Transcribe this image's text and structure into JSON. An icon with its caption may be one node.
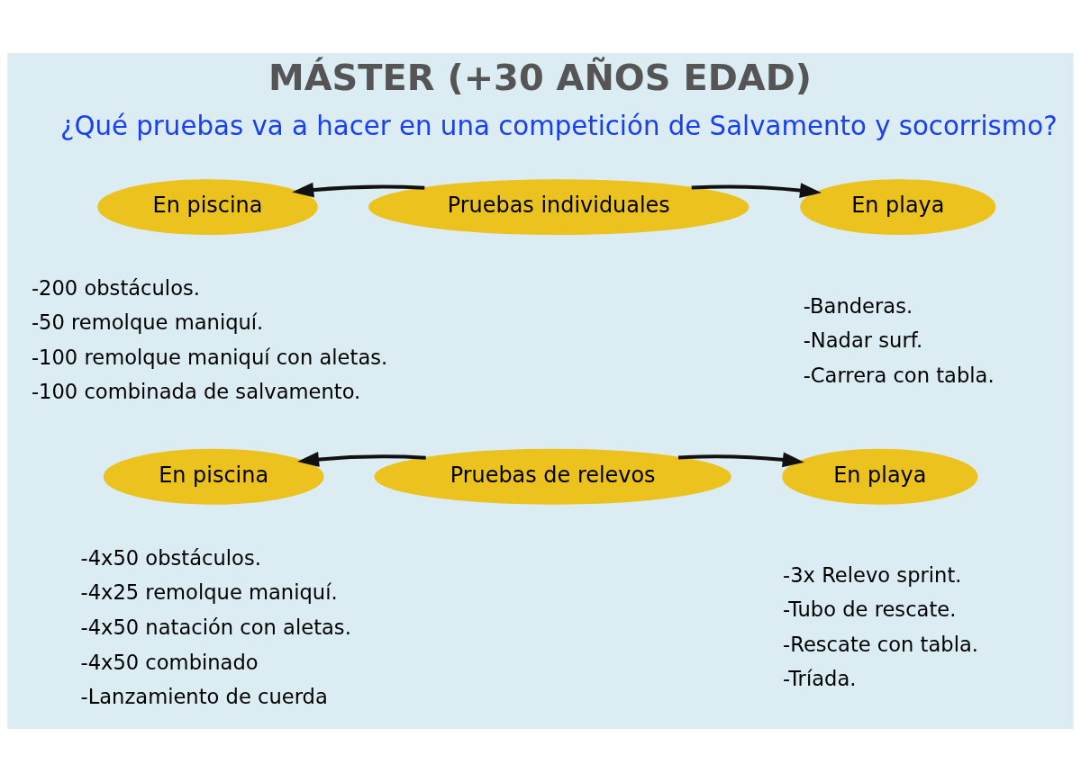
{
  "diagram": {
    "title": "MÁSTER (+30 AÑOS EDAD)",
    "nodes": [
      {
        "text": [
          "Pruebas individuales"
        ]
      },
      {
        "text": [
          "En piscina"
        ],
        "beside": [
          "-200 obstáculos.",
          "-50 remolque maniquí.",
          "-100 remolque maniquí con aletas.",
          "-100 combinada de salvamento."
        ]
      },
      {
        "text": [
          "En playa"
        ],
        "beside": [
          "-Banderas.",
          "-Nadar surf.",
          "-Carrera con tabla."
        ]
      },
      {
        "text": [
          "Pruebas de relevos"
        ]
      },
      {
        "text": [
          "En piscina"
        ],
        "beside": [
          "-4x50 obstáculos.",
          "-4x25 remolque maniquí.",
          "-4x50 natación con aletas.",
          "-4x50 combinado",
          "-Lanzamiento de cuerda"
        ]
      },
      {
        "text": [
          "En playa"
        ],
        "beside": [
          "-3x Relevo sprint.",
          "-Tubo de rescate.",
          "-Rescate con tabla.",
          "-Tríada."
        ]
      }
    ],
    "edges": [
      {
        "from": 0,
        "to": 1,
        "arrow": "to"
      },
      {
        "from": 0,
        "to": 2,
        "arrow": "to"
      },
      {
        "from": 3,
        "to": 4,
        "arrow": "to"
      },
      {
        "from": 3,
        "to": 5,
        "arrow": "to"
      }
    ],
    "labels": [
      "¿Qué pruebas va a hacer en una competición de Salvamento y socorrismo?"
    ]
  }
}
